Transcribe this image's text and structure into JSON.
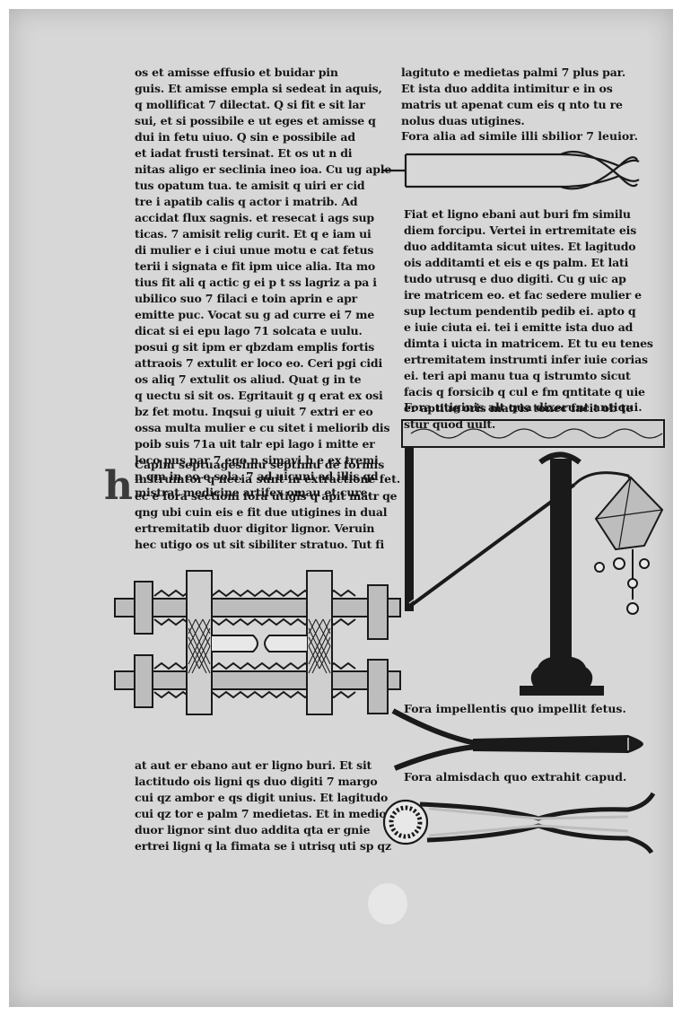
{
  "manuscript": {
    "left_column_top": [
      "os et amisse effusio et buidar pin",
      "guis. Et amisse empla si sedeat in aquis,",
      "q mollificat 7 dilectat. Q si fit e sit lar",
      "sui, et si possibile e ut eges et amisse q",
      "dui in fetu uiuo. Q sin e possibile ad",
      "et iadat frusti tersinat. Et os ut n di",
      "nitas aligo er seclinia ineo ioa. Cu ug aple",
      "tus opatum tua. te amisit q uiri er cid",
      "tre i apatib calis q actor i matrib. Ad",
      "accidat flux sagnis. et resecat i ags sup",
      "ticas. 7 amisit relig curit. Et q e iam ui",
      "di mulier e i ciui unue motu e cat fetus",
      "terii i signata e fit ipm uice alia. Ita mo",
      "tius fit ali q actic g ei p t ss lagriz a pa i",
      "ubilico suo 7 filaci e toin aprin e apr",
      "emitte puc. Vocat su g ad curre ei 7 me",
      "dicat si ei epu lago 71 solcata e uulu.",
      "posui g sit ipm er qbzdam emplis fortis",
      "attraois 7 extulit er loco eo. Ceri pgi cidi",
      "os aliq 7 extulit os aliud. Quat g in te",
      "q uectu si sit os. Egritauit g q erat ex osi",
      "bz fet motu. Inqsui g uiuit 7 extri er eo",
      "ossa multa mulier e cu sitet i meliorib dis",
      "poib suis 71a uit talr epi lago i mitte er",
      "loco pus par 7 ego n simavi h e ex tremi",
      "n qm in eo e sola. 7 ad uicuni ad illis qd",
      "mistrat medicine artifex omau et cure."
    ],
    "chapter_rubric": "Caplm septuagesimu septimu de formis",
    "left_column_after_rubric": [
      "instrumtor q necia sunt in extractione fet."
    ],
    "initial_letter": "h",
    "left_column_after_initial": [
      "ec e fora sectioni fora utigis q apit matr qe",
      "qng ubi cuin eis e fit due utigines in dual",
      "ertremitatib duor digitor lignor. Veruin",
      "hec utigo os ut sit sibiliter stratuo. Tut fi"
    ],
    "right_column_top": [
      "lagituto e medietas palmi 7 plus par.",
      "Et ista duo addita intimitur e in os",
      "matris ut apenat cum eis q nto tu re",
      "nolus duas utigines."
    ],
    "caption_1": "Fora alia ad simile illi sbilior 7 leuior.",
    "right_column_middle": [
      "Fiat et ligno ebani aut buri fm similu",
      "diem forcipu. Vertei in ertremitate eis",
      "duo additamta sicut uites. Et lagitudo",
      "ois additamti et eis e qs palm. Et lati",
      "tudo utrusq e duo digiti. Cu g uic ap",
      "ire matricem eo. et fac sedere mulier e",
      "sup lectum pendentib pedib ei. apto q",
      "e iuie ciuta ei. tei i emitte ista duo ad",
      "dimta i uicta in matricem. Et tu eu tenes",
      "ertremitatem instrumti infer iuie corias",
      "ei. teri api manu tua q istrumto sicut",
      "facis q forsicib q cul e fm qntitate q uie",
      "er aptiue oris matris tonec facit ob te",
      "stur quod uult."
    ],
    "caption_2": "Fora utiginis alt qua dixerunt antiqui.",
    "caption_3": "Fora impellentis quo impellit fetus.",
    "caption_4": "Fora almisdach quo extrahit capud.",
    "left_column_bottom": [
      "at aut er ebano aut er ligno buri. Et sit",
      "lactitudo ois ligni qs duo digiti 7 margo",
      "cui qz ambor e qs digit unius. Et lagitudo",
      "cui qz tor e palm 7 medietas. Et in medio",
      "duor lignor sint duo addita qta er gnie",
      "ertrei ligni q la fimata se i utrisq uti sp qz"
    ]
  },
  "colors": {
    "parchment": "#d7d7d7",
    "ink": "#161616",
    "rubric_ink": "#3a3a3a",
    "wash": "#b5b5b5"
  }
}
